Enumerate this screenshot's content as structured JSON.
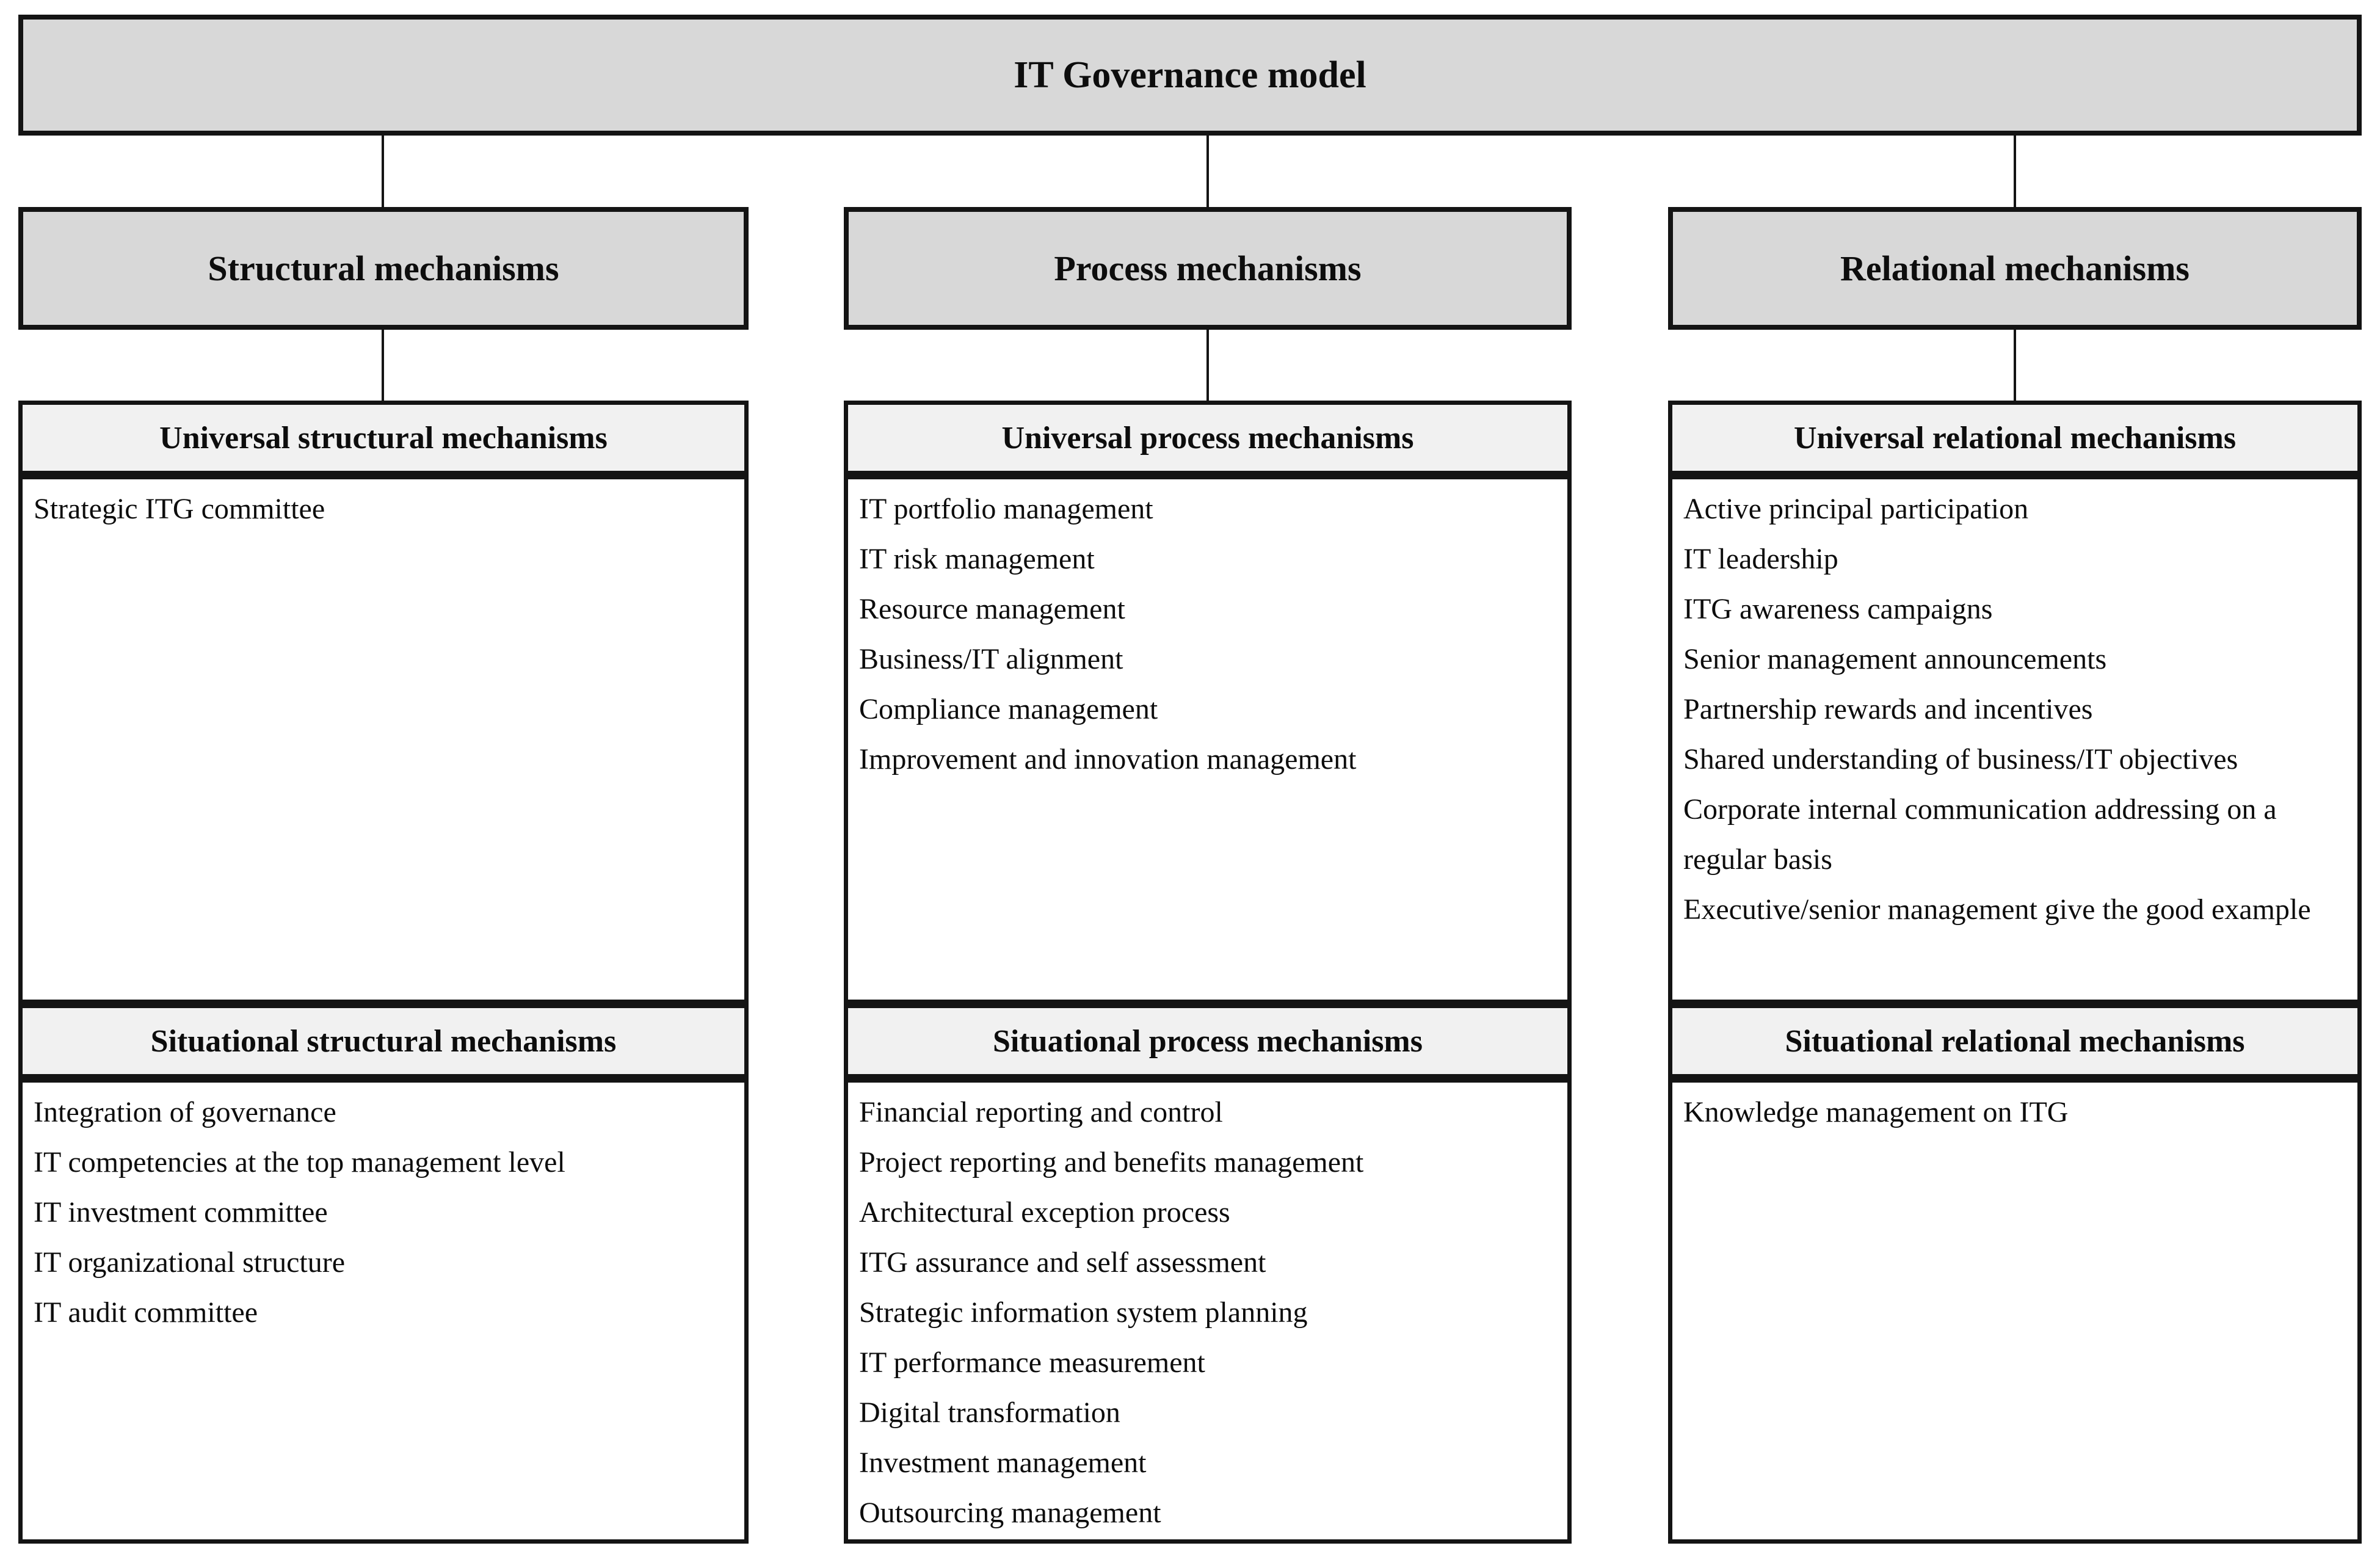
{
  "title": "IT Governance model",
  "colors": {
    "branch_box_fill": "#d8d8d8",
    "section_header_fill": "#f1f1f1",
    "border": "#141414",
    "text": "#0d0d0d",
    "background": "#ffffff"
  },
  "columns": [
    {
      "branch_label": "Structural mechanisms",
      "sections": [
        {
          "header": "Universal structural mechanisms",
          "items": [
            "Strategic ITG committee"
          ]
        },
        {
          "header": "Situational structural mechanisms",
          "items": [
            "Integration of governance",
            "IT competencies at the top management level",
            "IT investment committee",
            "IT organizational structure",
            "IT audit committee"
          ]
        }
      ]
    },
    {
      "branch_label": "Process mechanisms",
      "sections": [
        {
          "header": "Universal process mechanisms",
          "items": [
            "IT portfolio management",
            "IT risk management",
            "Resource management",
            "Business/IT alignment",
            "Compliance management",
            "Improvement and innovation management"
          ]
        },
        {
          "header": "Situational process mechanisms",
          "items": [
            "Financial reporting and control",
            "Project reporting and benefits management",
            "Architectural exception process",
            "ITG assurance and self assessment",
            "Strategic information system planning",
            "IT performance measurement",
            "Digital transformation",
            "Investment management",
            "Outsourcing management"
          ]
        }
      ]
    },
    {
      "branch_label": "Relational mechanisms",
      "sections": [
        {
          "header": "Universal relational mechanisms",
          "items": [
            "Active principal participation",
            "IT leadership",
            "ITG awareness campaigns",
            "Senior management announcements",
            "Partnership rewards and incentives",
            "Shared understanding of business/IT objectives",
            "Corporate internal communication addressing on a regular basis",
            "Executive/senior management give the good example"
          ]
        },
        {
          "header": "Situational relational mechanisms",
          "items": [
            "Knowledge management on ITG"
          ]
        }
      ]
    }
  ]
}
